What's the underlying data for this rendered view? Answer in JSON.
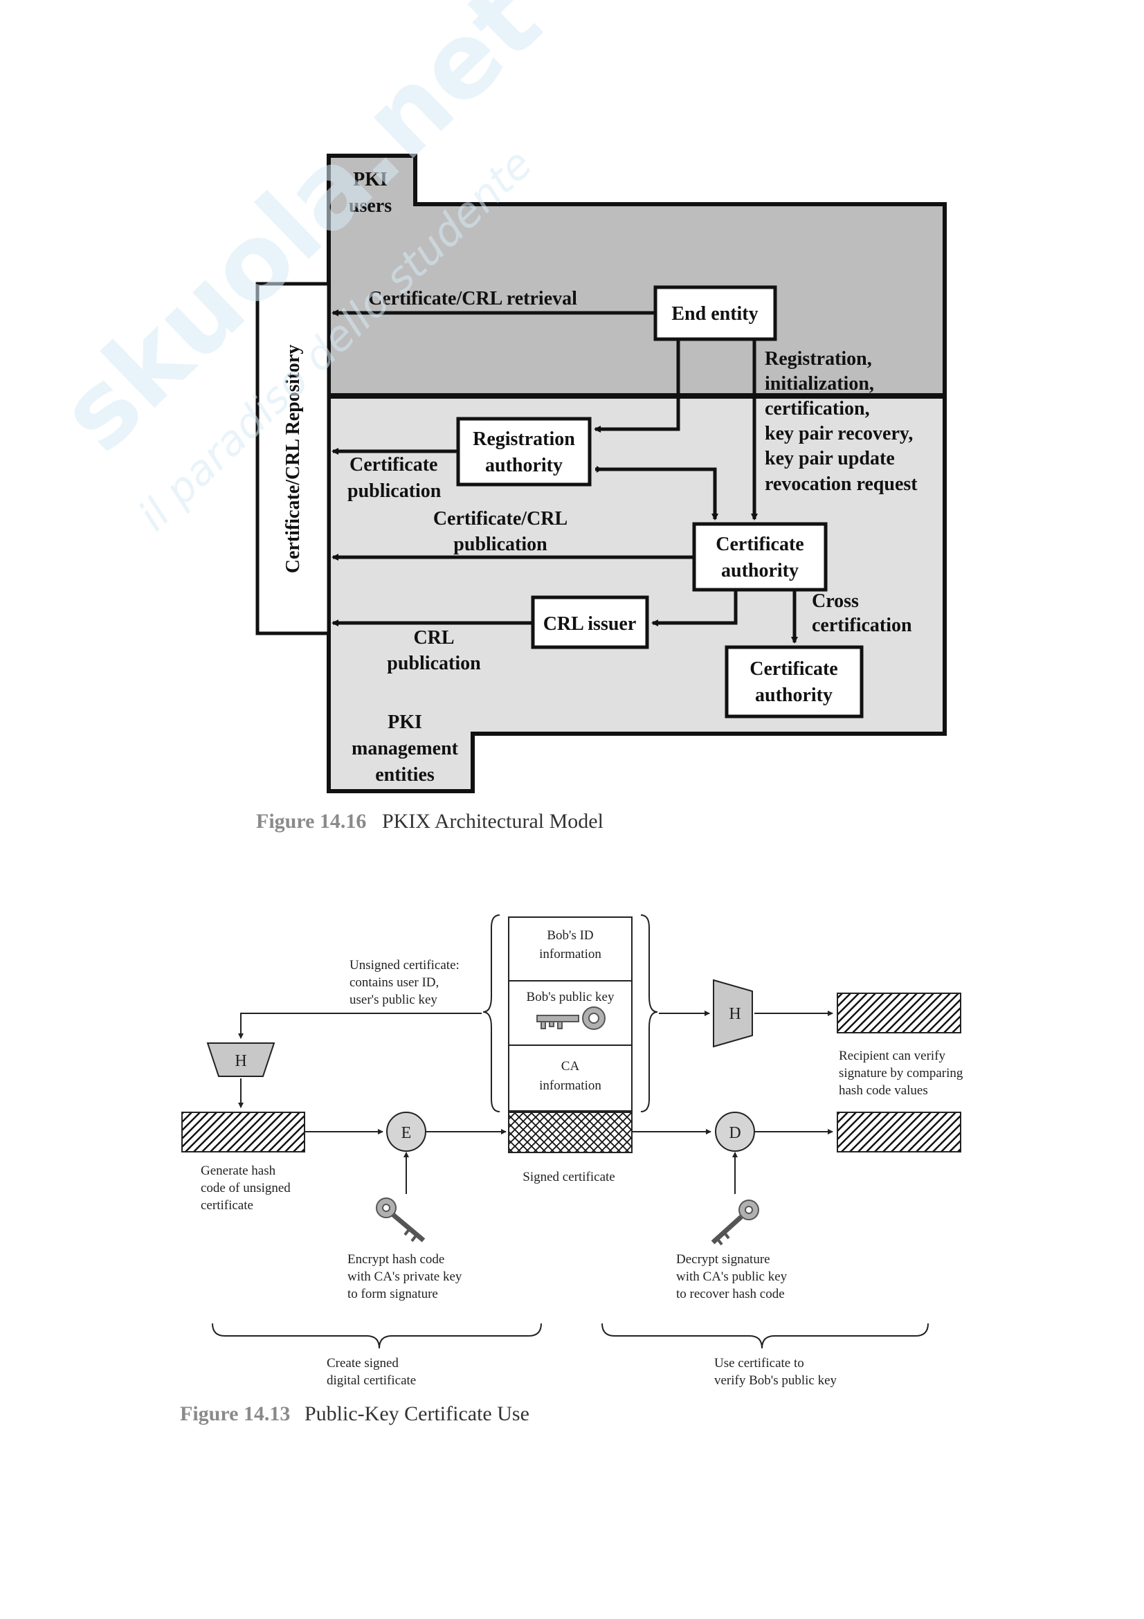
{
  "watermark": {
    "brand": "skuola.net",
    "tagline": "il paradiso dello studente"
  },
  "figure1": {
    "caption_number": "Figure 14.16",
    "caption_title": "PKIX Architectural Model",
    "pki_users": [
      "PKI",
      "users"
    ],
    "pki_management": [
      "PKI",
      "management",
      "entities"
    ],
    "repository": "Certificate/CRL Repository",
    "end_entity": "End entity",
    "registration_authority": [
      "Registration",
      "authority"
    ],
    "certificate_authority": [
      "Certificate",
      "authority"
    ],
    "certificate_authority_2": [
      "Certificate",
      "authority"
    ],
    "crl_issuer": "CRL issuer",
    "label_retrieval": "Certificate/CRL retrieval",
    "label_registration": [
      "Registration,",
      "initialization,",
      "certification,",
      "key pair recovery,",
      "key pair update",
      "revocation request"
    ],
    "label_cert_pub": [
      "Certificate",
      "publication"
    ],
    "label_certcrl_pub": [
      "Certificate/CRL",
      "publication"
    ],
    "label_crl_pub": [
      "CRL",
      "publication"
    ],
    "label_cross": [
      "Cross",
      "certification"
    ],
    "colors": {
      "users_bg": "#bdbdbd",
      "mgmt_bg": "#e0e0e0"
    }
  },
  "figure2": {
    "caption_number": "Figure 14.13",
    "caption_title": "Public-Key Certificate Use",
    "cert_id": [
      "Bob's ID",
      "information"
    ],
    "cert_pubkey": "Bob's public key",
    "cert_ca": [
      "CA",
      "information"
    ],
    "unsigned_note": [
      "Unsigned certificate:",
      "contains user ID,",
      "user's public key"
    ],
    "hash_label": "H",
    "encrypt_label": "E",
    "decrypt_label": "D",
    "generate_note": [
      "Generate hash",
      "code of unsigned",
      "certificate"
    ],
    "signed_note": "Signed certificate",
    "encrypt_note": [
      "Encrypt hash code",
      "with CA's private key",
      "to form signature"
    ],
    "decrypt_note": [
      "Decrypt signature",
      "with CA's public key",
      "to recover hash code"
    ],
    "recipient_note": [
      "Recipient can verify",
      "signature by comparing",
      "hash code values"
    ],
    "create_note": [
      "Create signed",
      "digital certificate"
    ],
    "use_note": [
      "Use certificate to",
      "verify Bob's public key"
    ]
  }
}
